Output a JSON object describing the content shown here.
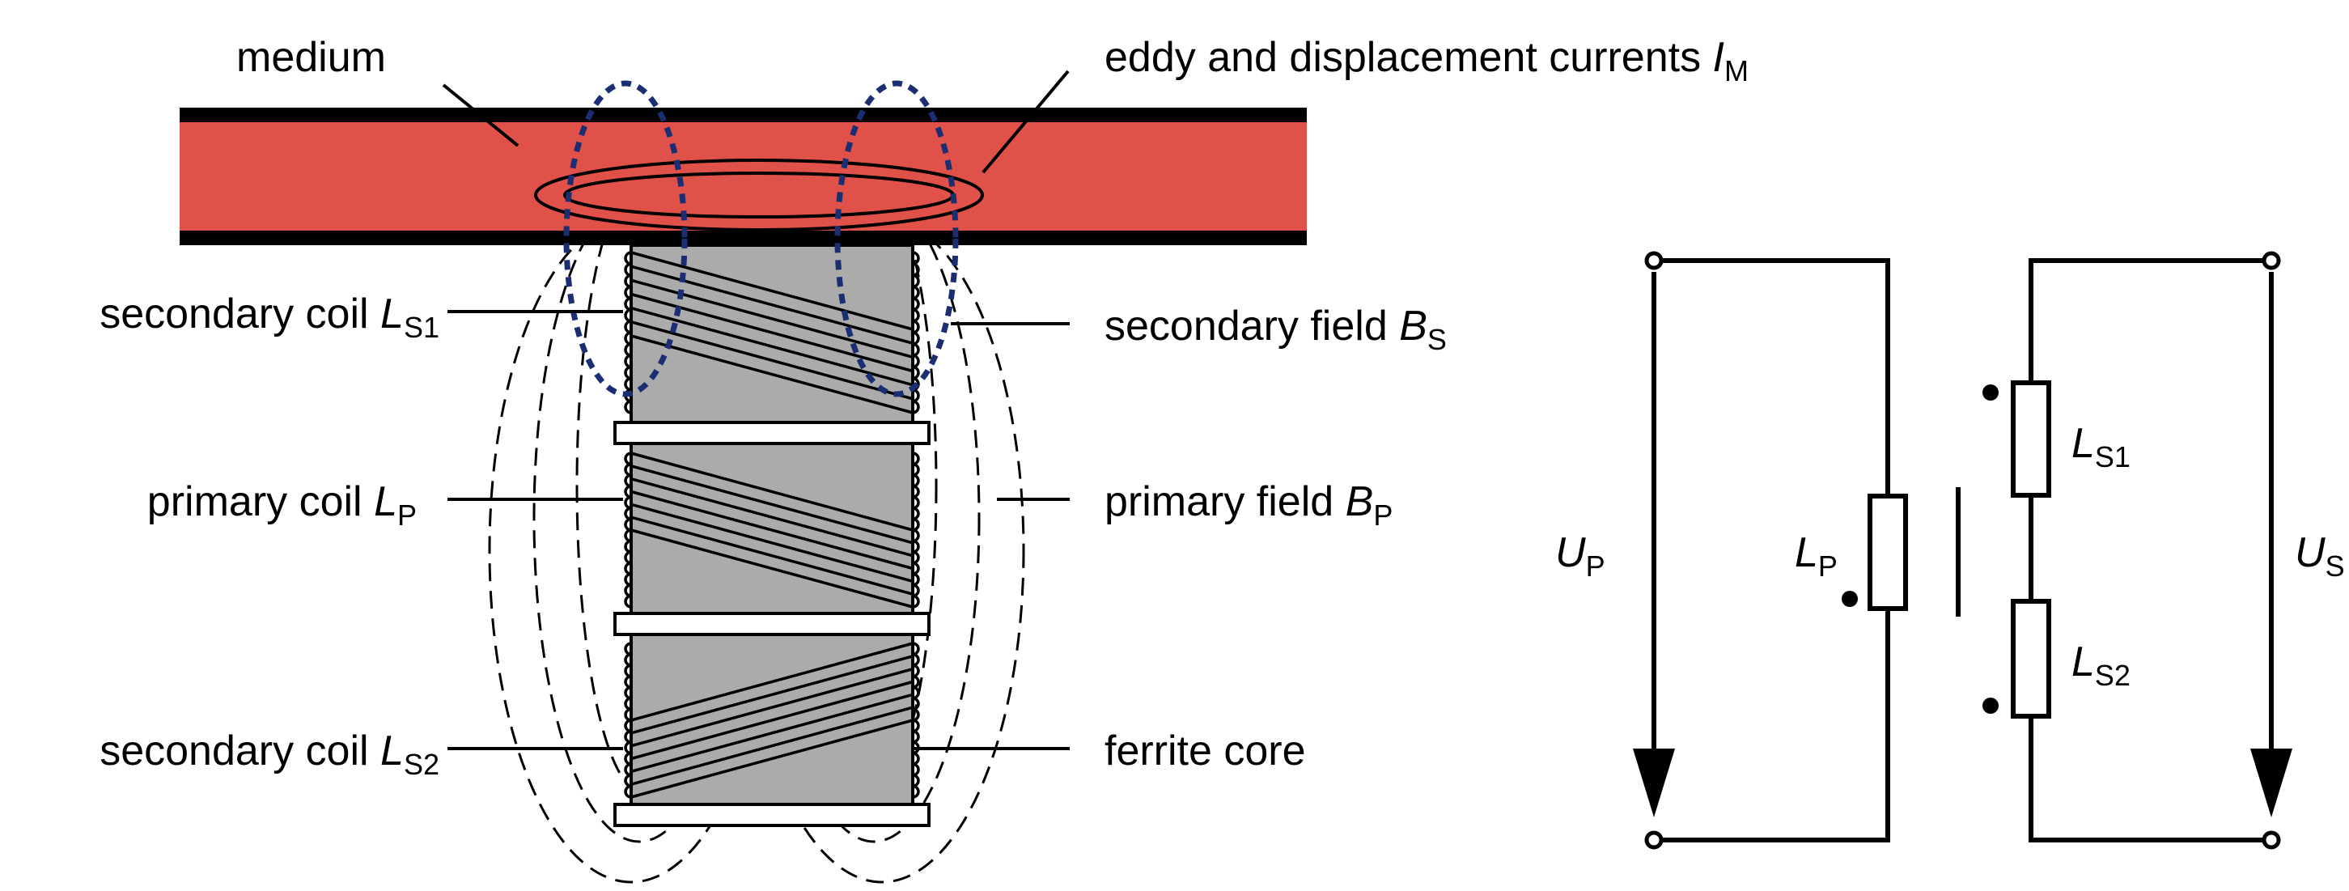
{
  "labels": {
    "medium": "medium",
    "eddy": "eddy and displacement currents ",
    "eddy_sym": "I",
    "eddy_sub": "M",
    "sec_coil_1": "secondary coil ",
    "sec_coil_1_sym": "L",
    "sec_coil_1_sub": "S1",
    "sec_field": "secondary field ",
    "sec_field_sym": "B",
    "sec_field_sub": "S",
    "prim_coil": "primary coil ",
    "prim_coil_sym": "L",
    "prim_coil_sub": "P",
    "prim_field": "primary field ",
    "prim_field_sym": "B",
    "prim_field_sub": "P",
    "sec_coil_2": "secondary coil ",
    "sec_coil_2_sym": "L",
    "sec_coil_2_sub": "S2",
    "ferrite": "ferrite core"
  },
  "circuit": {
    "up_sym": "U",
    "up_sub": "P",
    "us_sym": "U",
    "us_sub": "S",
    "lp_sym": "L",
    "lp_sub": "P",
    "ls1_sym": "L",
    "ls1_sub": "S1",
    "ls2_sym": "L",
    "ls2_sub": "S2"
  },
  "colors": {
    "medium_fill": "#e05249",
    "eddy_loops": "#1c2e72",
    "core_fill": "#ababab"
  }
}
